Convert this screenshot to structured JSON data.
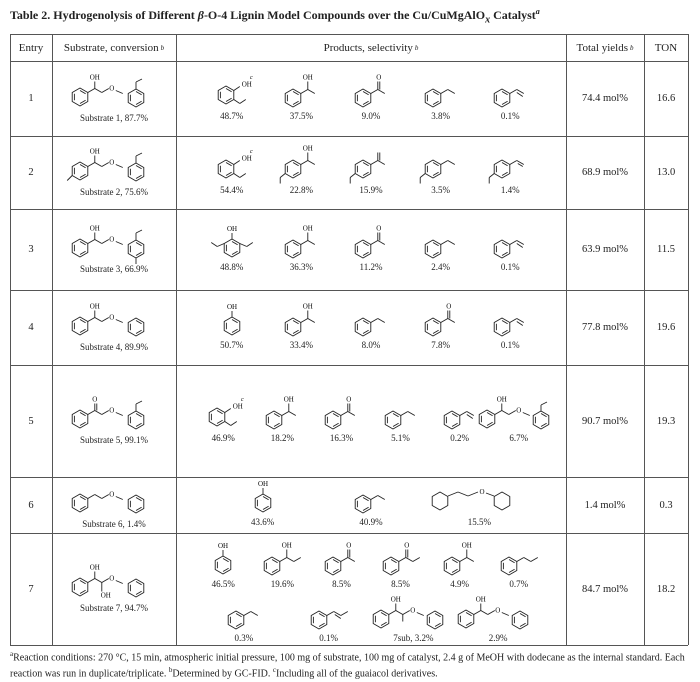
{
  "title": {
    "prefix": "Table 2. Hydrogenolysis of Different ",
    "beta": "β",
    "middle": "-O-4 Lignin Model Compounds over the Cu/CuMgAlO",
    "sub": "x",
    "suffix": " Catalyst",
    "sup": "a"
  },
  "headers": {
    "entry": "Entry",
    "substrate": "Substrate, conversion",
    "substrate_sup": "b",
    "products": "Products, selectivity",
    "products_sup": "b",
    "yields": "Total yields",
    "yields_sup": "b",
    "ton": "TON"
  },
  "rows": [
    {
      "entry": "1",
      "substrate": "Substrate 1, 87.7%",
      "yield": "74.4 mol%",
      "ton": "16.6",
      "products": [
        {
          "sel": "48.7%",
          "mol": "guaiacol",
          "note": "c"
        },
        {
          "sel": "37.5%",
          "mol": "phenylethanol"
        },
        {
          "sel": "9.0%",
          "mol": "acetophenone"
        },
        {
          "sel": "3.8%",
          "mol": "ethylbenzene"
        },
        {
          "sel": "0.1%",
          "mol": "styrene"
        }
      ]
    },
    {
      "entry": "2",
      "substrate": "Substrate 2, 75.6%",
      "yield": "68.9 mol%",
      "ton": "13.0",
      "products": [
        {
          "sel": "54.4%",
          "mol": "guaiacol",
          "note": "c"
        },
        {
          "sel": "22.8%",
          "mol": "phenylethanol-ome"
        },
        {
          "sel": "15.9%",
          "mol": "acetophenone-ome"
        },
        {
          "sel": "3.5%",
          "mol": "ethylbenzene-ome"
        },
        {
          "sel": "1.4%",
          "mol": "styrene-ome"
        }
      ]
    },
    {
      "entry": "3",
      "substrate": "Substrate 3, 66.9%",
      "yield": "63.9 mol%",
      "ton": "11.5",
      "products": [
        {
          "sel": "48.8%",
          "mol": "syringol"
        },
        {
          "sel": "36.3%",
          "mol": "phenylethanol"
        },
        {
          "sel": "11.2%",
          "mol": "acetophenone"
        },
        {
          "sel": "2.4%",
          "mol": "ethylbenzene"
        },
        {
          "sel": "0.1%",
          "mol": "styrene"
        }
      ]
    },
    {
      "entry": "4",
      "substrate": "Substrate 4, 89.9%",
      "yield": "77.8 mol%",
      "ton": "19.6",
      "products": [
        {
          "sel": "50.7%",
          "mol": "phenol"
        },
        {
          "sel": "33.4%",
          "mol": "phenylethanol"
        },
        {
          "sel": "8.0%",
          "mol": "ethylbenzene"
        },
        {
          "sel": "7.8%",
          "mol": "acetophenone"
        },
        {
          "sel": "0.1%",
          "mol": "styrene"
        }
      ]
    },
    {
      "entry": "5",
      "substrate": "Substrate 5, 99.1%",
      "yield": "90.7 mol%",
      "ton": "19.3",
      "products": [
        {
          "sel": "46.9%",
          "mol": "guaiacol",
          "note": "c"
        },
        {
          "sel": "18.2%",
          "mol": "phenylethanol"
        },
        {
          "sel": "16.3%",
          "mol": "acetophenone"
        },
        {
          "sel": "5.1%",
          "mol": "ethylbenzene"
        },
        {
          "sel": "0.2%",
          "mol": "styrene"
        },
        {
          "sel": "6.7%",
          "mol": "substrate1"
        }
      ]
    },
    {
      "entry": "6",
      "substrate": "Substrate 6, 1.4%",
      "yield": "1.4 mol%",
      "ton": "0.3",
      "products": [
        {
          "sel": "43.6%",
          "mol": "phenol"
        },
        {
          "sel": "40.9%",
          "mol": "ethylbenzene"
        },
        {
          "sel": "15.5%",
          "mol": "dicyclohexyl-ether"
        }
      ]
    },
    {
      "entry": "7",
      "substrate": "Substrate 7, 94.7%",
      "yield": "84.7 mol%",
      "ton": "18.2",
      "products": [
        {
          "sel": "46.5%",
          "mol": "phenol"
        },
        {
          "sel": "19.6%",
          "mol": "phenylpropanol"
        },
        {
          "sel": "8.5%",
          "mol": "acetophenone"
        },
        {
          "sel": "8.5%",
          "mol": "propiophenone"
        },
        {
          "sel": "4.9%",
          "mol": "phenylethanol"
        },
        {
          "sel": "0.7%",
          "mol": "propylbenzene"
        },
        {
          "sel": "0.3%",
          "mol": "ethylbenzene"
        },
        {
          "sel": "0.1%",
          "mol": "propenylbenzene"
        },
        {
          "sel": "7sub, 3.2%",
          "mol": "substrate7sub"
        },
        {
          "sel": "2.9%",
          "mol": "substrate4"
        }
      ]
    }
  ],
  "footnote": {
    "a_mark": "a",
    "a_text": "Reaction conditions: 270 °C, 15 min, atmospheric initial pressure, 100 mg of substrate, 100 mg of catalyst, 2.4 g of MeOH with dodecane as the internal standard. Each reaction was run in duplicate/triplicate. ",
    "b_mark": "b",
    "b_text": "Determined by GC-FID. ",
    "c_mark": "c",
    "c_text": "Including all of the guaiacol derivatives."
  }
}
